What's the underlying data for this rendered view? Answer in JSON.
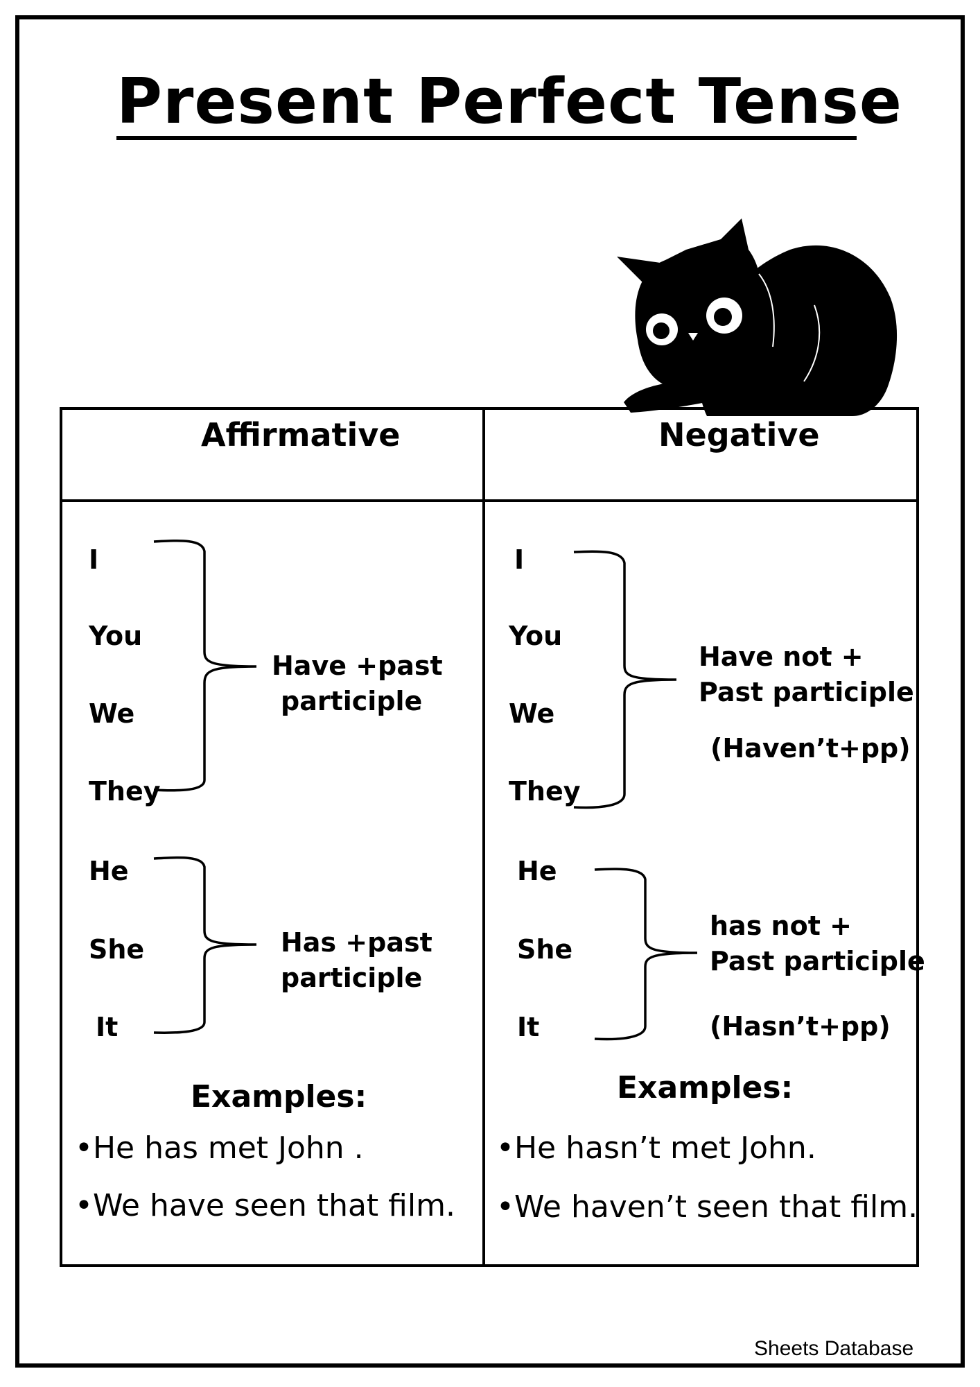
{
  "title": "Present Perfect Tense",
  "columns": {
    "affirmative": {
      "header": "Affirmative",
      "group1": {
        "pronouns": [
          "I",
          "You",
          "We",
          "They"
        ],
        "rule_lines": [
          "Have +past",
          "participle"
        ]
      },
      "group2": {
        "pronouns": [
          "He",
          "She",
          "It"
        ],
        "rule_lines": [
          "Has +past",
          "participle"
        ]
      },
      "examples_heading": "Examples:",
      "examples": [
        "•He has met John .",
        "•We have seen that film."
      ]
    },
    "negative": {
      "header": "Negative",
      "group1": {
        "pronouns": [
          "I",
          "You",
          "We",
          "They"
        ],
        "rule_lines": [
          "Have not +",
          "Past participle"
        ],
        "contraction": "(Haven’t+pp)"
      },
      "group2": {
        "pronouns": [
          "He",
          "She",
          "It"
        ],
        "rule_lines": [
          "has not +",
          "Past participle"
        ],
        "contraction": "(Hasn’t+pp)"
      },
      "examples_heading": "Examples:",
      "examples": [
        "•He hasn’t met John.",
        "•We haven’t seen that film."
      ]
    }
  },
  "footer": "Sheets Database",
  "decoration": {
    "icon": "black-cat-icon"
  }
}
